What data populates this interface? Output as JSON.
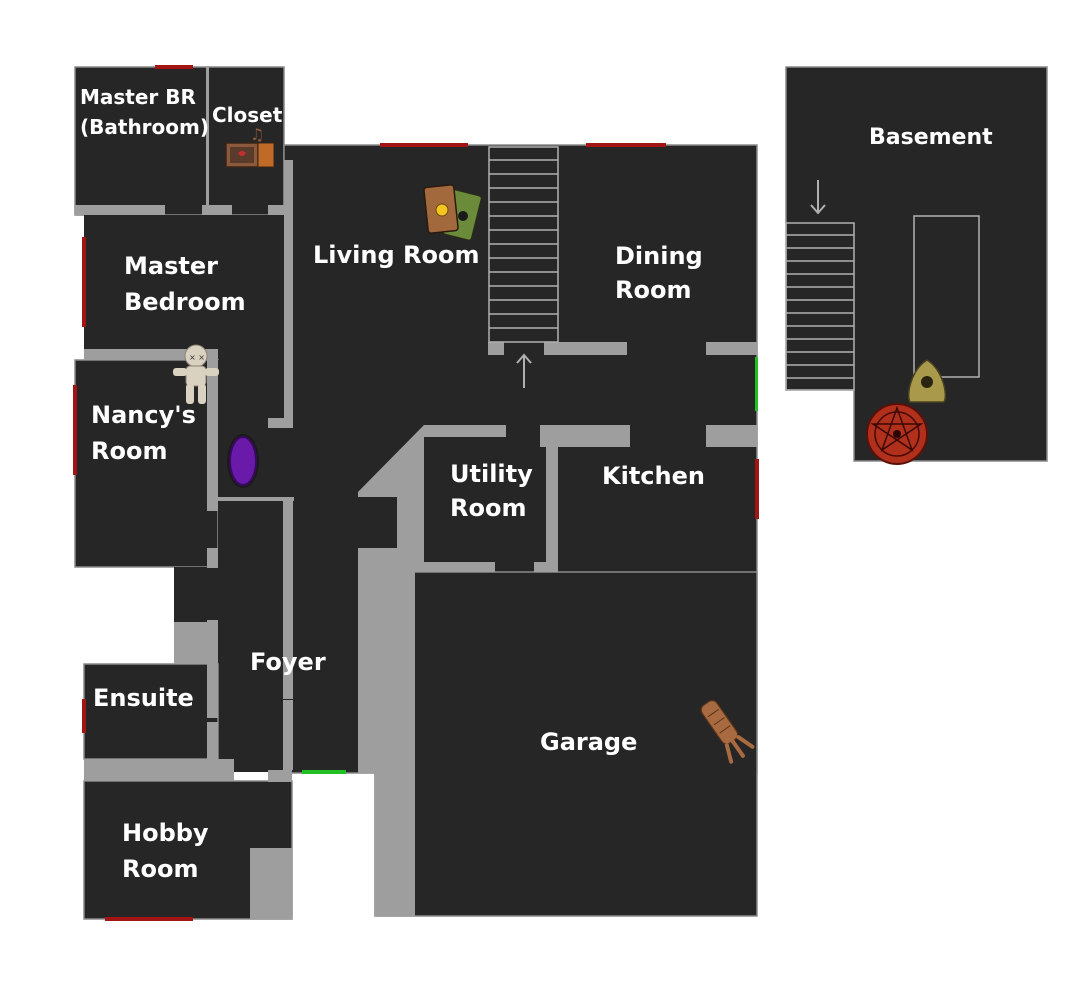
{
  "colors": {
    "background": "#ffffff",
    "floor": "#262626",
    "wall": "#9e9e9e",
    "outline": "#8a8a8a",
    "window_red": "#a31515",
    "door_green": "#22c022",
    "label_text": "#ffffff"
  },
  "rooms": {
    "master_bathroom": [
      "Master BR",
      "(Bathroom)"
    ],
    "closet": "Closet",
    "master_bedroom": [
      "Master",
      "Bedroom"
    ],
    "nancys_room": [
      "Nancy's",
      "Room"
    ],
    "living_room": "Living Room",
    "dining_room": [
      "Dining",
      "Room"
    ],
    "utility_room": [
      "Utility",
      "Room"
    ],
    "kitchen": "Kitchen",
    "foyer": "Foyer",
    "ensuite": "Ensuite",
    "hobby_room": [
      "Hobby",
      "Room"
    ],
    "garage": "Garage",
    "basement": "Basement"
  },
  "items": [
    {
      "name": "music-box-icon",
      "room": "Closet"
    },
    {
      "name": "tarot-cards-icon",
      "room": "Living Room"
    },
    {
      "name": "voodoo-doll-icon",
      "room": "Nancy's Room"
    },
    {
      "name": "haunted-mirror-icon",
      "room": "Nancy's Room hallway"
    },
    {
      "name": "ouija-planchette-icon",
      "room": "Basement"
    },
    {
      "name": "summoning-circle-icon",
      "room": "Basement"
    },
    {
      "name": "monkey-paw-icon",
      "room": "Garage"
    }
  ]
}
